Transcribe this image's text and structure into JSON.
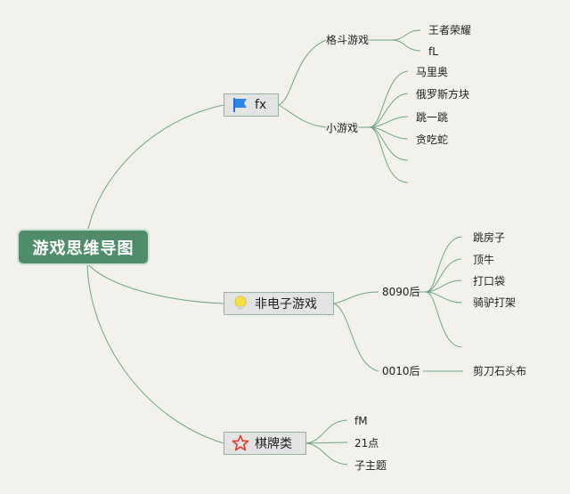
{
  "title": "游戏思维导图",
  "branches": [
    {
      "label": "fx",
      "icon": "blue-flag-icon",
      "groups": [
        {
          "label": "格斗游戏",
          "items": [
            "王者荣耀",
            "fL"
          ]
        },
        {
          "label": "小游戏",
          "items": [
            "马里奥",
            "俄罗斯方块",
            "跳一跳",
            "贪吃蛇",
            "",
            ""
          ]
        }
      ]
    },
    {
      "label": "非电子游戏",
      "icon": "yellow-lightbulb-icon",
      "groups": [
        {
          "label": "8090后",
          "items": [
            "跳房子",
            "顶牛",
            "打口袋",
            "骑驴打架",
            ""
          ]
        },
        {
          "label": "0010后",
          "items": [
            "剪刀石头布"
          ]
        }
      ]
    },
    {
      "label": "棋牌类",
      "icon": "red-star-outline-icon",
      "items": [
        "fM",
        "21点",
        "子主题"
      ]
    }
  ],
  "colors": {
    "root_fill": "#4e8c6a",
    "line": "#6fa384",
    "branch_fill": "#e2e3e2",
    "background": "#f3f1ec"
  }
}
